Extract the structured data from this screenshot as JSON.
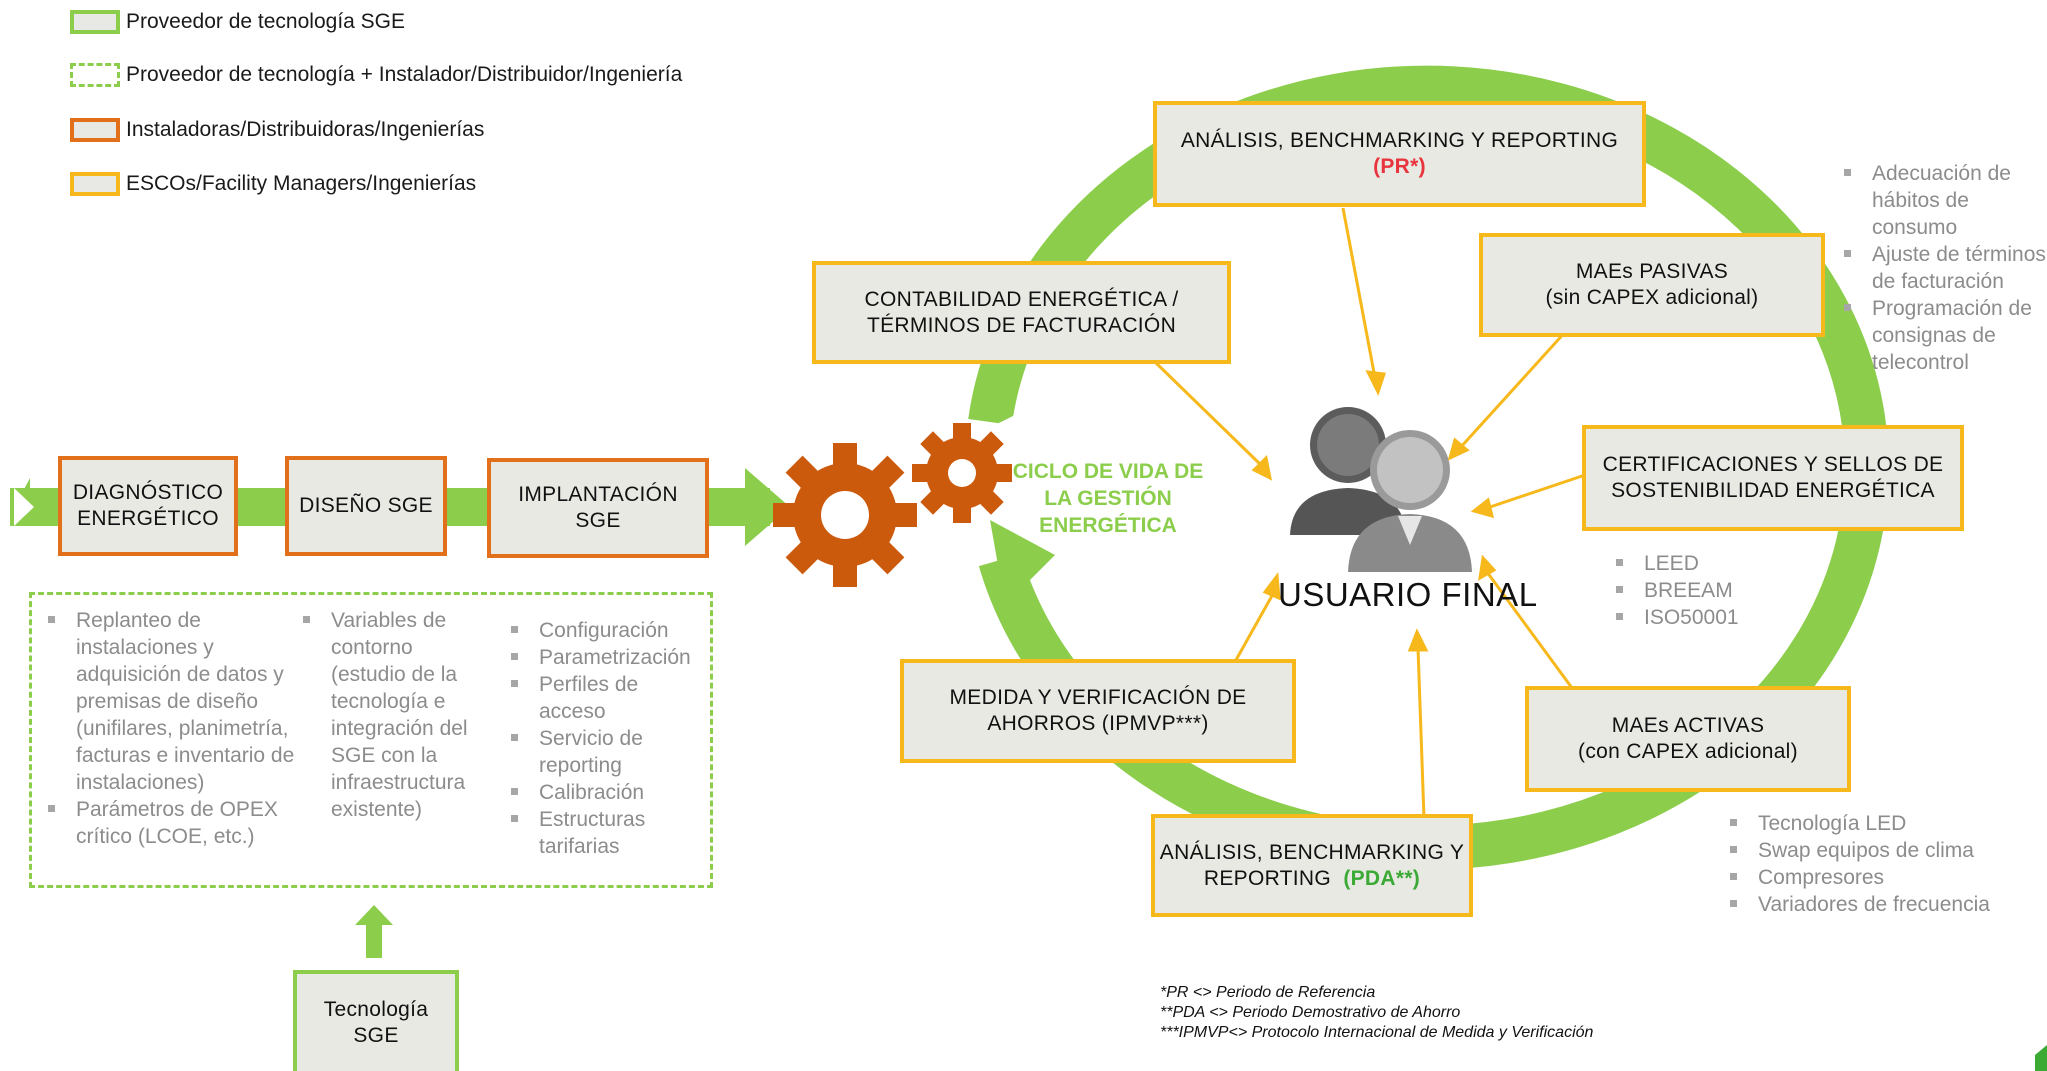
{
  "legend": [
    {
      "label": "Proveedor de tecnología  SGE",
      "style": "green-solid"
    },
    {
      "label": "Proveedor de tecnología  + Instalador/Distribuidor/Ingeniería",
      "style": "green-dashed"
    },
    {
      "label": "Instaladoras/Distribuidoras/Ingenierías",
      "style": "orange"
    },
    {
      "label": "ESCOs/Facility Managers/Ingenierías",
      "style": "yellow"
    }
  ],
  "process": {
    "diagnostico": "DIAGNÓSTICO ENERGÉTICO",
    "diseno": "DISEÑO SGE",
    "implantacion": "IMPLANTACIÓN SGE",
    "tecnologia": "Tecnología SGE"
  },
  "details": {
    "col1": [
      "Replanteo de instalaciones y adquisición de datos y premisas de diseño (unifilares, planimetría, facturas e inventario de instalaciones)",
      "Parámetros de OPEX crítico (LCOE, etc.)"
    ],
    "col2": [
      "Variables de contorno (estudio de la tecnología e integración del SGE con la infraestructura existente)"
    ],
    "col3": [
      "Configuración",
      "Parametrización",
      "Perfiles de acceso",
      "Servicio de reporting",
      "Calibración",
      "Estructuras tarifarias"
    ]
  },
  "cycle": {
    "label": "CICLO DE VIDA DE LA GESTIÓN ENERGÉTICA",
    "user": "USUARIO FINAL",
    "top": {
      "text": "ANÁLISIS, BENCHMARKING  Y REPORTING",
      "tag": "(PR*)"
    },
    "contabilidad": {
      "line1": "CONTABILIDAD  ENERGÉTICA  /",
      "line2": "TÉRMINOS  DE FACTURACIÓN"
    },
    "pasivas": {
      "line1": "MAEs PASIVAS",
      "line2": "(sin CAPEX adicional)"
    },
    "certificaciones": {
      "line1": "CERTIFICACIONES  Y SELLOS DE",
      "line2": "SOSTENIBILIDAD  ENERGÉTICA"
    },
    "medida": {
      "line1": "MEDIDA Y VERIFICACIÓN  DE",
      "line2": "AHORROS  (IPMVP***)"
    },
    "activas": {
      "line1": "MAEs ACTIVAS",
      "line2": "(con CAPEX adicional)"
    },
    "bottom": {
      "line1": "ANÁLISIS, BENCHMARKING  Y",
      "line2": "REPORTING",
      "tag": "(PDA**)"
    }
  },
  "side_lists": {
    "pasivas": [
      "Adecuación de hábitos de consumo",
      "Ajuste de términos de facturación",
      "Programación de consignas de telecontrol"
    ],
    "certificaciones": [
      "LEED",
      "BREEAM",
      "ISO50001"
    ],
    "activas": [
      "Tecnología  LED",
      "Swap  equipos de clima",
      "Compresores",
      "Variadores de frecuencia"
    ]
  },
  "footnotes": [
    "*PR <> Periodo de Referencia",
    "**PDA <> Periodo Demostrativo de Ahorro",
    "***IPMVP<> Protocolo Internacional de Medida y Verificación"
  ],
  "colors": {
    "green": "#8cce4c",
    "orange": "#e2701a",
    "yellow": "#f6b81b",
    "box_fill": "#e9e9e4",
    "gear": "#cc5a0c"
  },
  "icons": [
    "gear-large-icon",
    "gear-small-icon",
    "users-icon",
    "arrow-up-icon",
    "arrow-right-icon"
  ]
}
